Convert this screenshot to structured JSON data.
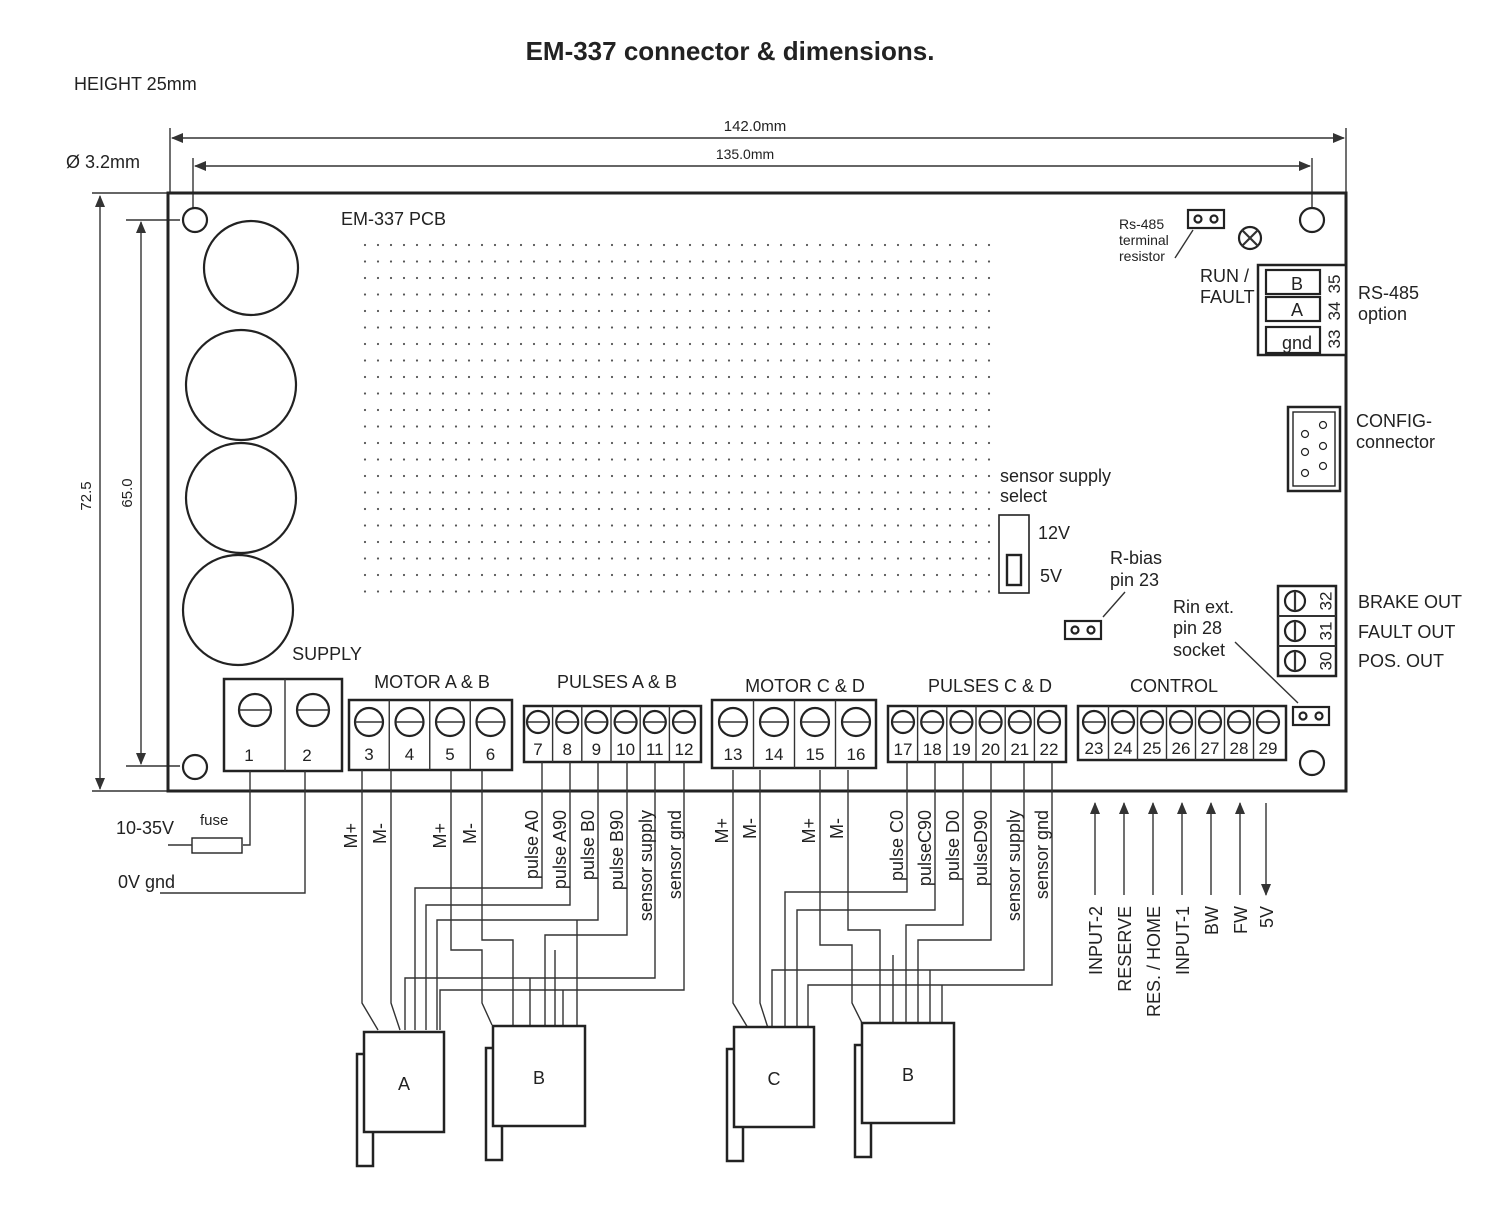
{
  "title": "EM-337 connector & dimensions.",
  "height_note": "HEIGHT 25mm",
  "hole_note": "Ø 3.2mm",
  "dims": {
    "width_outer": "142.0mm",
    "width_holes": "135.0mm",
    "height_outer": "72.5",
    "height_holes": "65.0"
  },
  "pcb_label": "EM-337 PCB",
  "rs485": {
    "terminal_resistor": [
      "Rs-485",
      "terminal",
      "resistor"
    ],
    "run_fault": [
      "RUN /",
      "FAULT"
    ],
    "pins": [
      {
        "label": "B",
        "num": "35"
      },
      {
        "label": "A",
        "num": "34"
      },
      {
        "label": "gnd",
        "num": "33"
      }
    ],
    "option": [
      "RS-485",
      "option"
    ]
  },
  "config": [
    "CONFIG-",
    "connector"
  ],
  "sensor_supply": {
    "title": [
      "sensor supply",
      "select"
    ],
    "v12": "12V",
    "v5": "5V"
  },
  "rbias": [
    "R-bias",
    "pin 23"
  ],
  "rin": [
    "Rin ext.",
    "pin 28",
    "socket"
  ],
  "outputs": [
    {
      "num": "32",
      "label": "BRAKE OUT"
    },
    {
      "num": "31",
      "label": "FAULT OUT"
    },
    {
      "num": "30",
      "label": "POS. OUT"
    }
  ],
  "groups": {
    "supply": "SUPPLY",
    "motor_ab": "MOTOR A & B",
    "pulses_ab": "PULSES A & B",
    "motor_cd": "MOTOR C & D",
    "pulses_cd": "PULSES C & D",
    "control": "CONTROL"
  },
  "pins": {
    "supply": [
      "1",
      "2"
    ],
    "motor_ab": [
      "3",
      "4",
      "5",
      "6"
    ],
    "pulses_ab": [
      "7",
      "8",
      "9",
      "10",
      "11",
      "12"
    ],
    "motor_cd": [
      "13",
      "14",
      "15",
      "16"
    ],
    "pulses_cd": [
      "17",
      "18",
      "19",
      "20",
      "21",
      "22"
    ],
    "control": [
      "23",
      "24",
      "25",
      "26",
      "27",
      "28",
      "29"
    ]
  },
  "supply_wiring": {
    "voltage": "10-35V",
    "fuse": "fuse",
    "gnd": "0V gnd"
  },
  "wire_labels": {
    "motor_ab": [
      "M+",
      "M-",
      "M+",
      "M-"
    ],
    "pulses_ab": [
      "pulse A0",
      "pulse A90",
      "pulse B0",
      "pulse B90",
      "sensor supply",
      "sensor gnd"
    ],
    "motor_cd": [
      "M+",
      "M-",
      "M+",
      "M-"
    ],
    "pulses_cd": [
      "pulse C0",
      "pulseC90",
      "pulse D0",
      "pulseD90",
      "sensor supply",
      "sensor gnd"
    ],
    "control": [
      "INPUT-2",
      "RESERVE",
      "RES. / HOME",
      "INPUT-1",
      "BW",
      "FW",
      "5V"
    ]
  },
  "motors": [
    "A",
    "B",
    "C",
    "B"
  ]
}
